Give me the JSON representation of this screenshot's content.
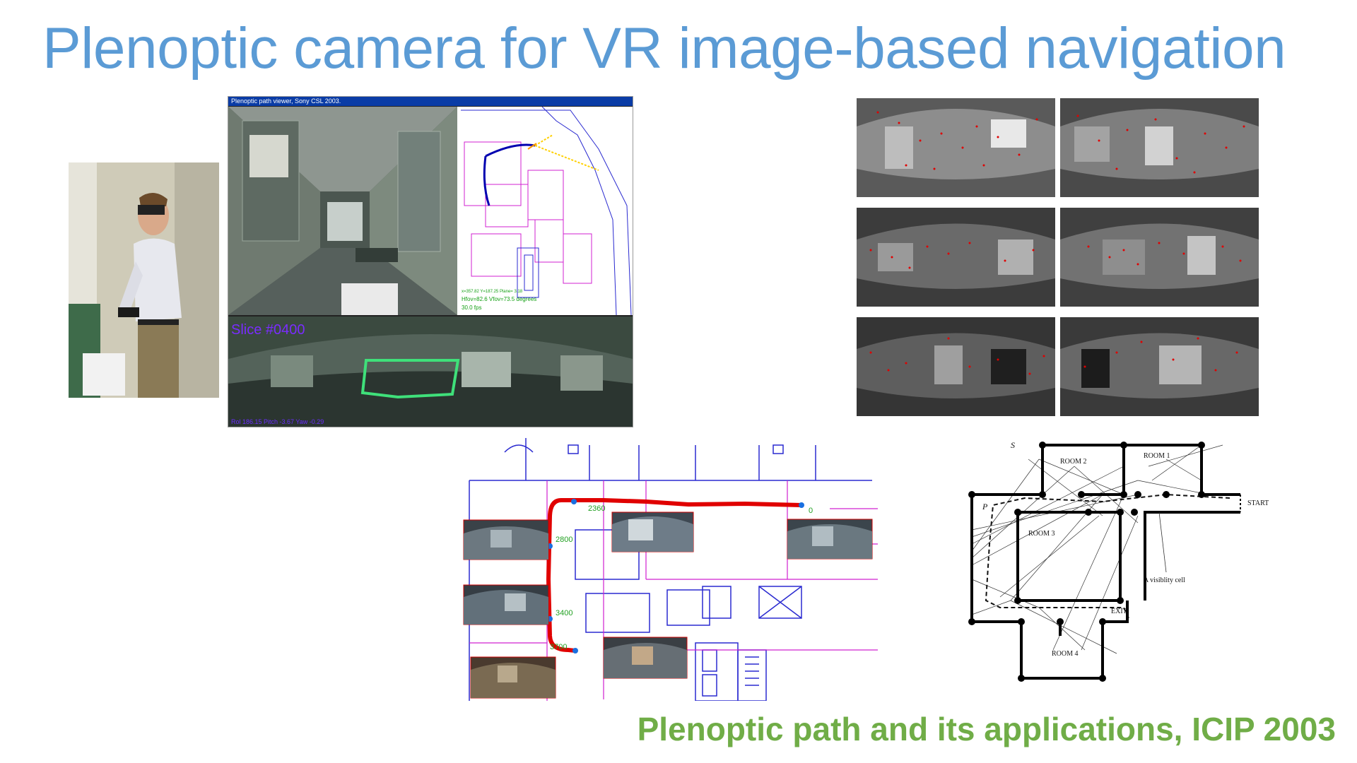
{
  "slide": {
    "title": "Plenoptic camera for VR image-based navigation",
    "citation": "Plenoptic path and its applications, ICIP 2003"
  },
  "viewer": {
    "window_title": "Plenoptic path viewer, Sony CSL 2003.",
    "slice_label": "Slice #0400",
    "pose_readout": "Rol 186.15 Pitch -3.67 Yaw -0.29",
    "coord_readout": "x=357.82 Y=187.25 Plane= 3.18",
    "fov_readout": "Hfov=82.6 Vfov=73.5 degrees",
    "fps_readout": "30.0 fps"
  },
  "floorplan": {
    "markers": [
      "0",
      "2360",
      "2800",
      "3400",
      "3700"
    ]
  },
  "visibility_diagram": {
    "labels": {
      "s": "S",
      "p": "P",
      "room1": "ROOM 1",
      "room2": "ROOM 2",
      "room3": "ROOM 3",
      "room4": "ROOM 4",
      "start": "START",
      "exit": "EXIT",
      "cell": "A visiblity cell"
    }
  },
  "colors": {
    "title": "#5b9bd5",
    "citation": "#70ad47",
    "path": "#e00000",
    "walls": "#2a2ad0",
    "walls_alt": "#d020d0"
  }
}
